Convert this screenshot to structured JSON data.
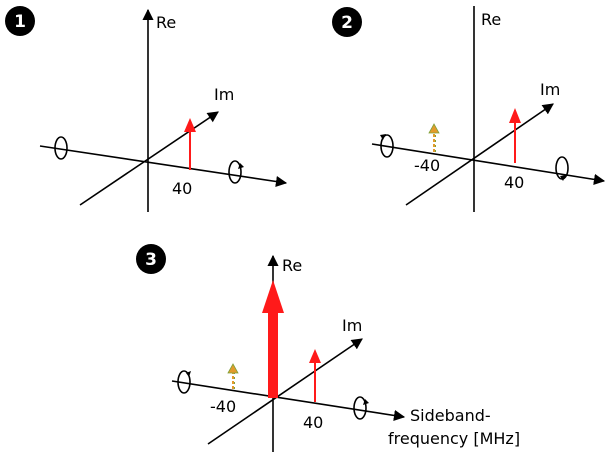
{
  "panels": [
    {
      "number": "1",
      "re_label": "Re",
      "im_label": "Im",
      "tick_labels": [
        "40"
      ]
    },
    {
      "number": "2",
      "re_label": "Re",
      "im_label": "Im",
      "tick_labels": [
        "-40",
        "40"
      ]
    },
    {
      "number": "3",
      "re_label": "Re",
      "im_label": "Im",
      "tick_labels": [
        "-40",
        "40"
      ],
      "freq_label_line1": "Sideband-",
      "freq_label_line2": "frequency [MHz]"
    }
  ],
  "colors": {
    "axis": "#000000",
    "arrow_red": "#ff1a1a",
    "arrow_dashed_orange": "#e39b2c",
    "arrow_dashed_green": "#7fa13a"
  }
}
